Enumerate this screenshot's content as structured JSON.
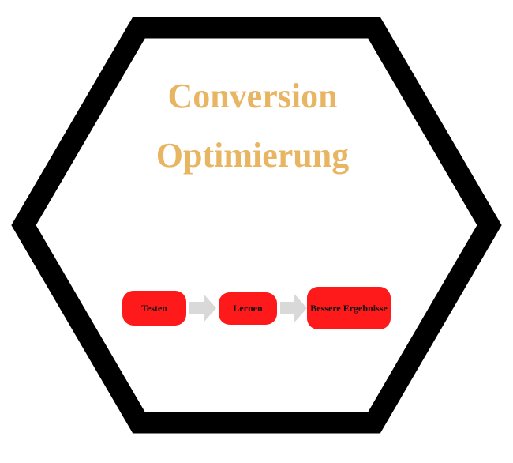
{
  "title_line1": "Conversion",
  "title_line2": "Optimierung",
  "steps": [
    "Testen",
    "Lernen",
    "Bessere Ergebnisse"
  ],
  "colors": {
    "title": "#e8b563",
    "step": "#fe1a1a",
    "arrow": "#d9d9d9",
    "frame": "#000000"
  }
}
